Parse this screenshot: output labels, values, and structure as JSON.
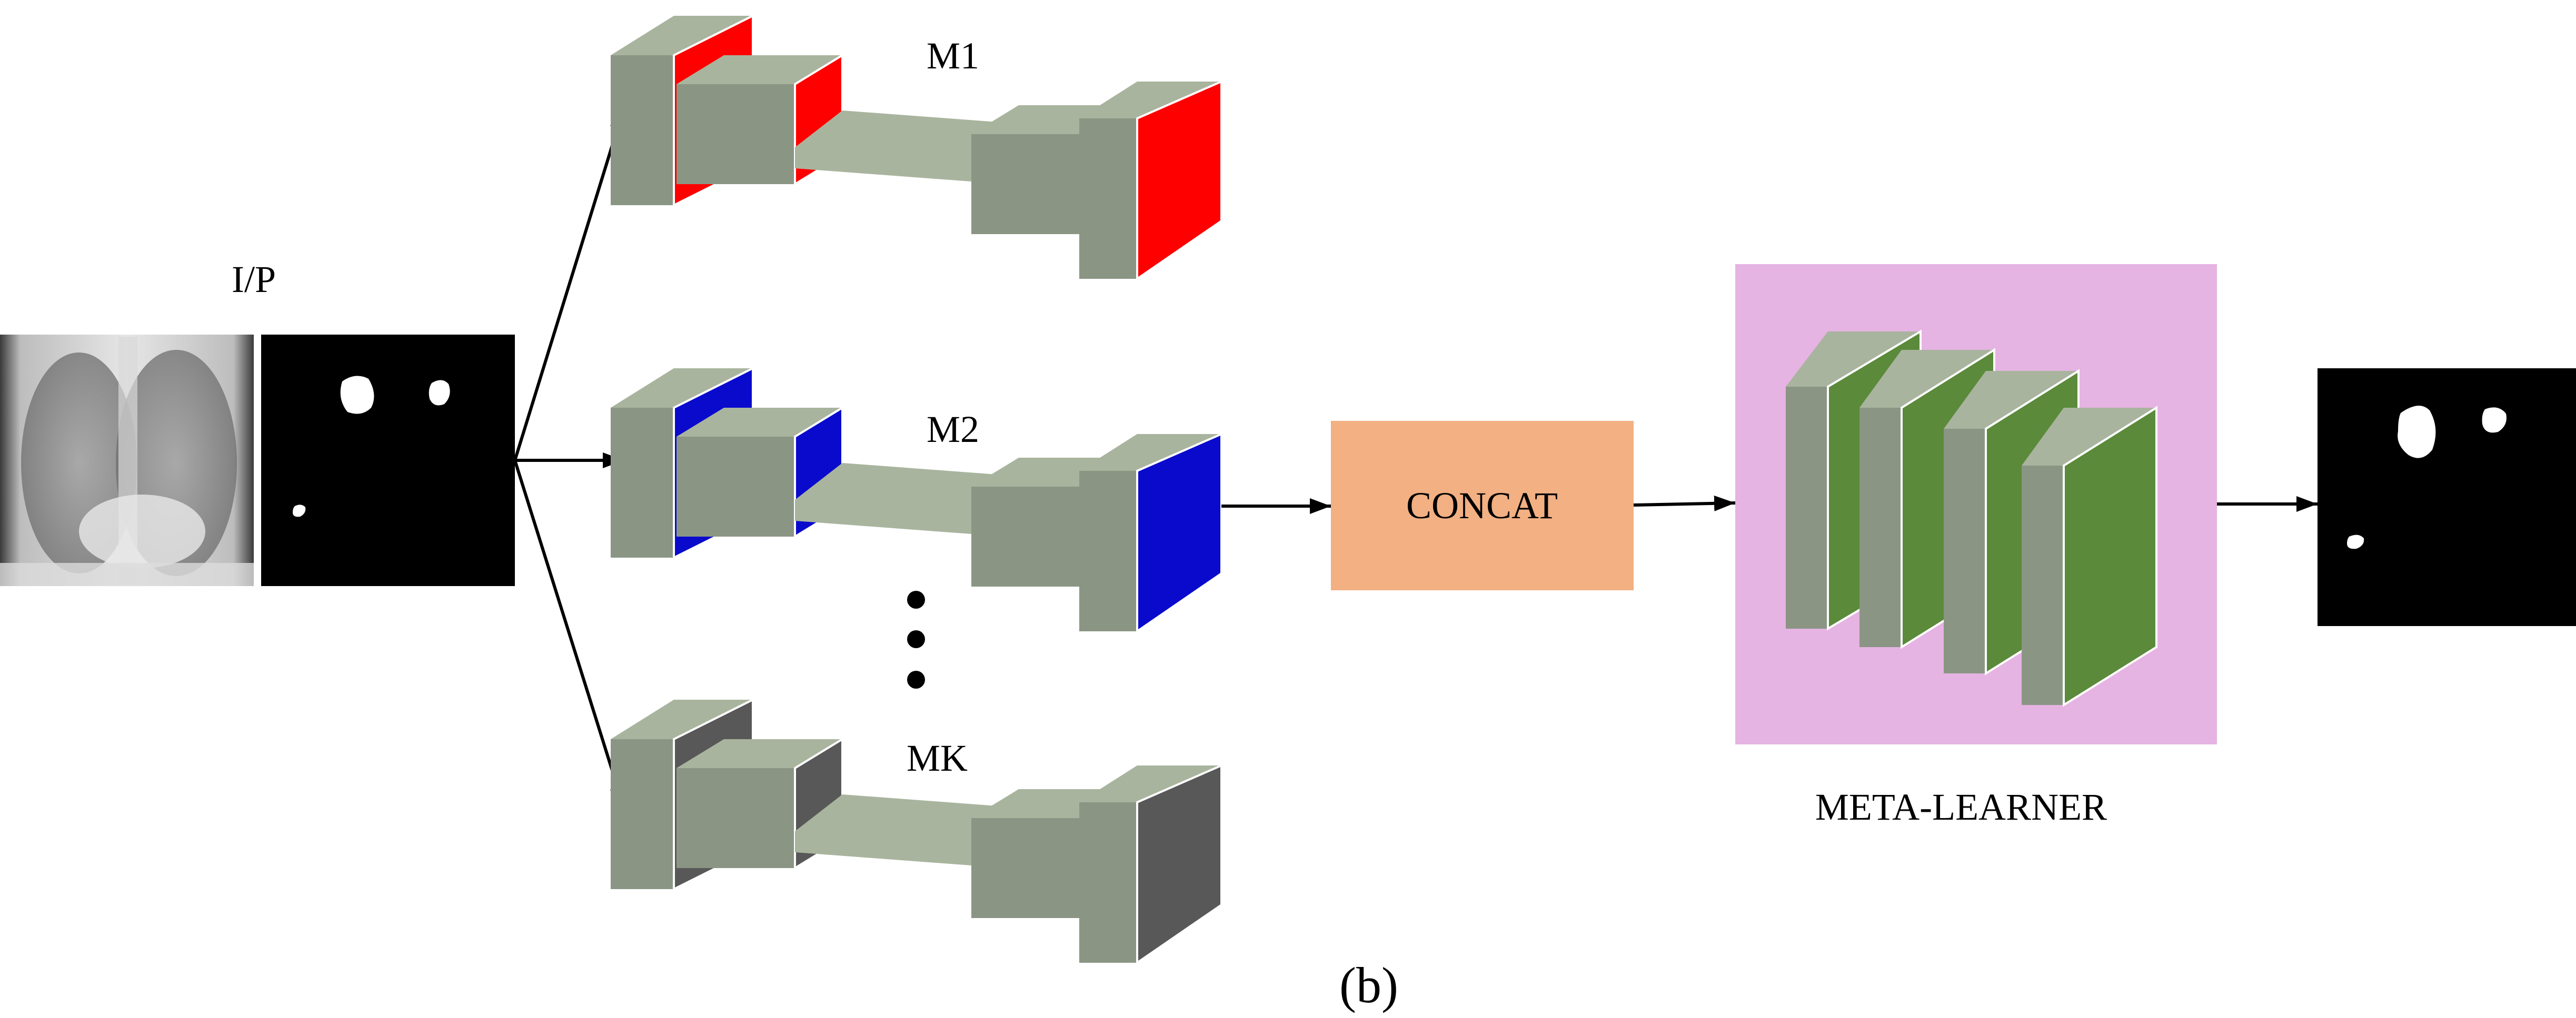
{
  "labels": {
    "input": "I/P",
    "model_1": "M1",
    "model_2": "M2",
    "model_k": "MK",
    "concat": "CONCAT",
    "meta_learner": "META-LEARNER",
    "caption": "(b)"
  },
  "colors": {
    "block_front": "#8B9584",
    "block_top": "#A9B49E",
    "block_side": "#7E8879",
    "model_1_accent": "#FF0000",
    "model_2_accent": "#0A0ACD",
    "model_k_accent": "#585858",
    "concat_fill": "#F2B083",
    "meta_learner_bg": "#E5B4E2",
    "meta_layer_face": "#5A8A3A",
    "mask_bg": "#000000",
    "lesion": "#FFFFFF",
    "arrow": "#000000"
  },
  "icons": {
    "input_image": "chest-xray-image",
    "input_mask": "segmentation-mask-image",
    "output_mask": "predicted-segmentation-mask-image"
  }
}
